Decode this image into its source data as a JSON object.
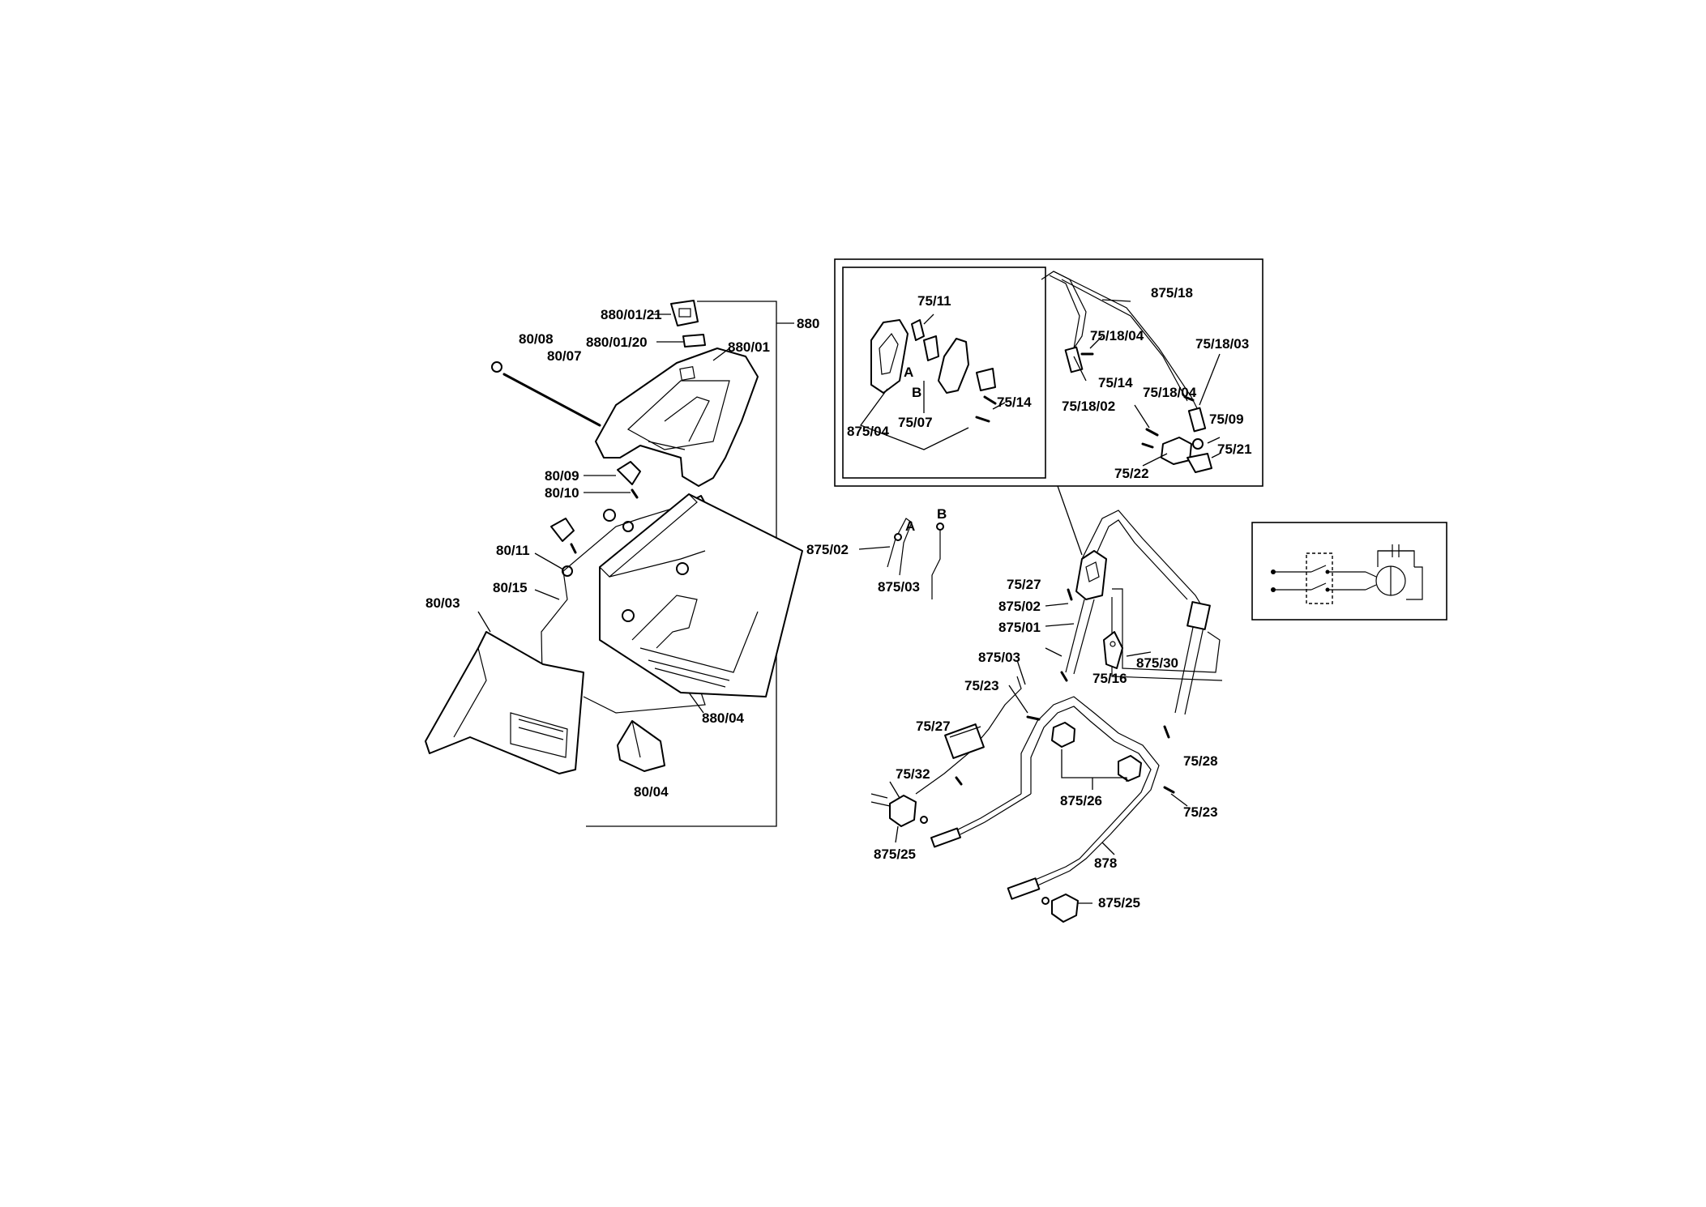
{
  "diagram": {
    "labels": {
      "l_880_01_21": "880/01/21",
      "l_880": "880",
      "l_80_08": "80/08",
      "l_880_01_20": "880/01/20",
      "l_880_01": "880/01",
      "l_80_07": "80/07",
      "l_80_09": "80/09",
      "l_80_10": "80/10",
      "l_80_11": "80/11",
      "l_80_15": "80/15",
      "l_80_03": "80/03",
      "l_880_04": "880/04",
      "l_80_04": "80/04",
      "l_75_11": "75/11",
      "l_a_inset": "A",
      "l_b_inset": "B",
      "l_75_14_inset": "75/14",
      "l_75_07": "75/07",
      "l_875_04": "875/04",
      "l_875_18": "875/18",
      "l_75_18_04_a": "75/18/04",
      "l_75_18_03": "75/18/03",
      "l_75_14": "75/14",
      "l_75_18_04_b": "75/18/04",
      "l_75_18_02": "75/18/02",
      "l_75_09": "75/09",
      "l_75_21": "75/21",
      "l_75_22": "75/22",
      "l_a_cable": "A",
      "l_b_cable": "B",
      "l_875_02_cable": "875/02",
      "l_875_03_cable": "875/03",
      "l_75_27_top": "75/27",
      "l_875_02": "875/02",
      "l_875_01": "875/01",
      "l_875_03": "875/03",
      "l_75_23_left": "75/23",
      "l_75_16": "75/16",
      "l_875_30": "875/30",
      "l_75_27_mid": "75/27",
      "l_75_28": "75/28",
      "l_75_32": "75/32",
      "l_875_26": "875/26",
      "l_75_23_right": "75/23",
      "l_875_25_left": "875/25",
      "l_878": "878",
      "l_875_25_right": "875/25"
    }
  }
}
